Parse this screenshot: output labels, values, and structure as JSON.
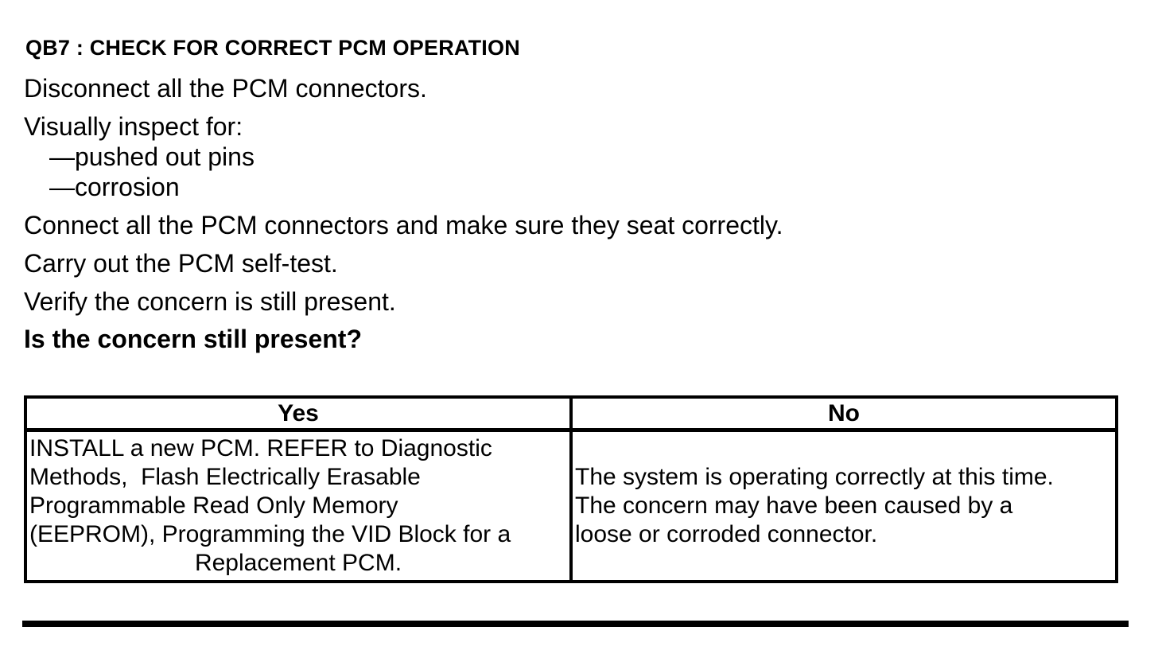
{
  "procedure": {
    "heading": "QB7 : CHECK FOR CORRECT PCM OPERATION",
    "step_disconnect": "Disconnect all the PCM connectors.",
    "step_inspect": "Visually inspect for:",
    "inspect_items": [
      "—pushed out pins",
      "—corrosion"
    ],
    "step_connect": "Connect all the PCM connectors and make sure they seat correctly.",
    "step_selftest": "Carry out the PCM self-test.",
    "step_verify": "Verify the concern is still present.",
    "question": "Is the concern still present?"
  },
  "result_table": {
    "yes_header": "Yes",
    "no_header": "No",
    "yes_action_lines": [
      "INSTALL a new PCM. REFER to Diagnostic",
      "Methods,  Flash Electrically Erasable",
      "Programmable Read Only Memory",
      "(EEPROM), Programming the VID Block for a"
    ],
    "yes_action_last_line": "Replacement PCM.",
    "no_action_lines": [
      "The system is operating correctly at this time.",
      "The concern may have been caused by a",
      "loose or corroded connector."
    ]
  },
  "colors": {
    "text": "#000000",
    "background": "#ffffff"
  }
}
